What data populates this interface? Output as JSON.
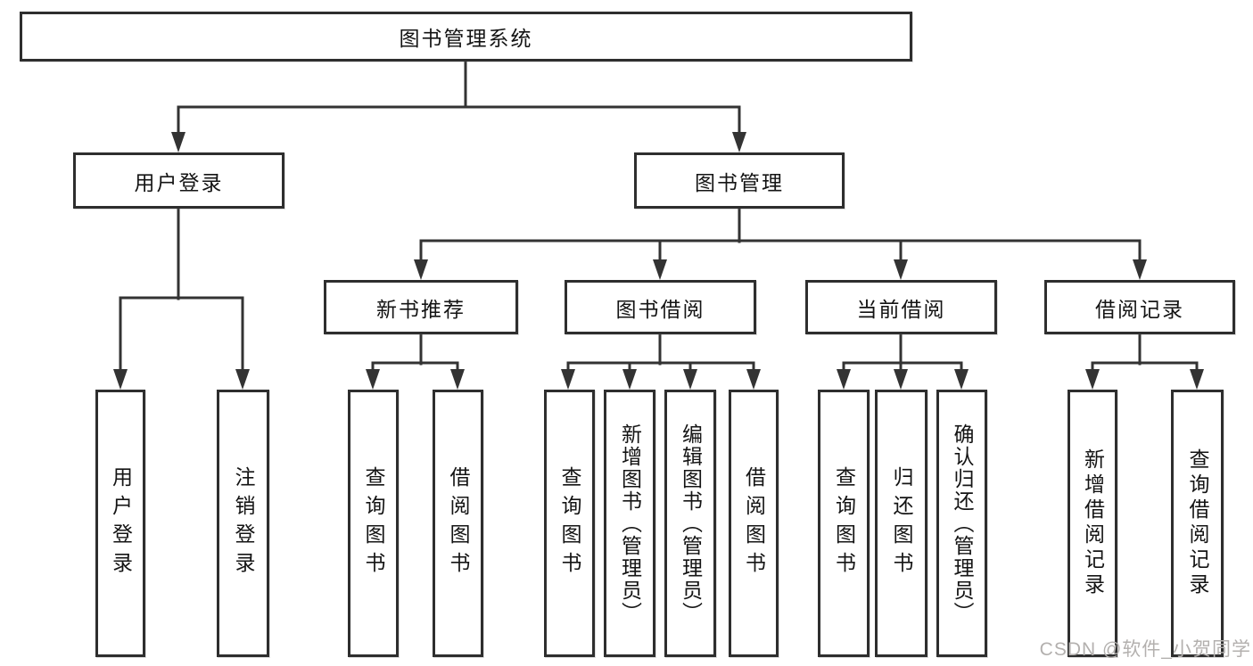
{
  "tree": {
    "label": "图书管理系统",
    "children": [
      {
        "label": "用户登录",
        "children": [
          {
            "label": "用户登录"
          },
          {
            "label": "注销登录"
          }
        ]
      },
      {
        "label": "图书管理",
        "children": [
          {
            "label": "新书推荐",
            "children": [
              {
                "label": "查询图书"
              },
              {
                "label": "借阅图书"
              }
            ]
          },
          {
            "label": "图书借阅",
            "children": [
              {
                "label": "查询图书"
              },
              {
                "label": "新增图书（管理员）"
              },
              {
                "label": "编辑图书（管理员）"
              },
              {
                "label": "借阅图书"
              }
            ]
          },
          {
            "label": "当前借阅",
            "children": [
              {
                "label": "查询图书"
              },
              {
                "label": "归还图书"
              },
              {
                "label": "确认归还（管理员）"
              }
            ]
          },
          {
            "label": "借阅记录",
            "children": [
              {
                "label": "新增借阅记录"
              },
              {
                "label": "查询借阅记录"
              }
            ]
          }
        ]
      }
    ]
  },
  "watermark": {
    "text": "CSDN @软件_小贺同学"
  },
  "colors": {
    "line": "#333333",
    "box_border": "#2e2e2e",
    "box_fill": "#ffffff",
    "text": "#141414",
    "watermark": "#b3b0ae",
    "background": "#ffffff"
  }
}
